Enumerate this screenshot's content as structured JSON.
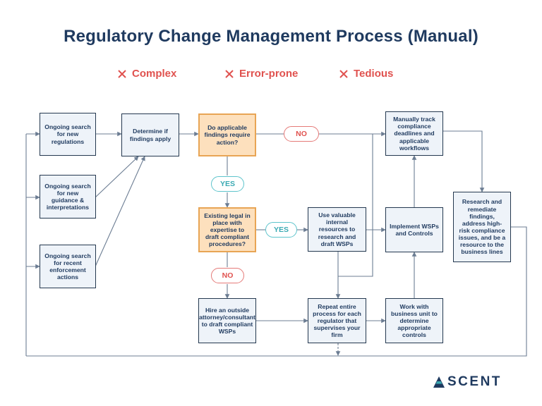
{
  "title": "Regulatory Change Management Process (Manual)",
  "tags": [
    "Complex",
    "Error-prone",
    "Tedious"
  ],
  "nodes": {
    "search_regs": "Ongoing search for new regulations",
    "search_guidance": "Ongoing search for new guidance & interpretations",
    "search_enforcement": "Ongoing search for recent enforcement actions",
    "determine": "Determine if findings apply",
    "decision_action": "Do applicable findings require action?",
    "decision_legal": "Existing legal in place with expertise to draft compliant procedures?",
    "use_internal": "Use valuable internal resources to research and draft WSPs",
    "hire_attorney": "Hire an outside attorney/consultant to draft compliant WSPs",
    "repeat": "Repeat entire process for each regulator that supervises your firm",
    "track": "Manually track compliance deadlines and applicable workflows",
    "implement": "Implement WSPs and Controls",
    "work_with": "Work with business unit to determine appropriate controls",
    "research": "Research and remediate findings, address high-risk compliance issues, and be a resource to the business lines"
  },
  "labels": {
    "no_action": "NO",
    "yes_action": "YES",
    "yes_legal": "YES",
    "no_legal": "NO"
  },
  "logo": {
    "letter": "A",
    "rest": "SCENT"
  },
  "colors": {
    "navy": "#1f3a5f",
    "box_fill": "#eef3f9",
    "decision_fill": "#fde0bd",
    "decision_border": "#e8a555",
    "red": "#e0524f",
    "teal": "#5ec4cc"
  }
}
